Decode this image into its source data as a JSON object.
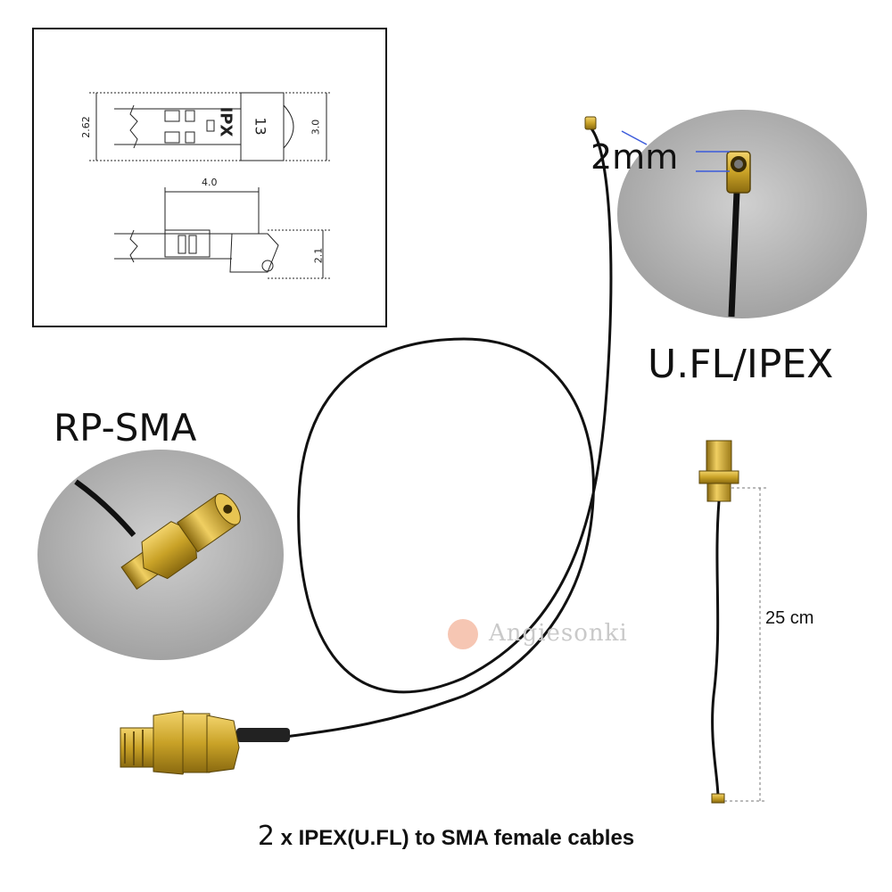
{
  "drawing": {
    "dim_height_left": "2.62",
    "dim_height_right": "3.0",
    "dim_width": "4.0",
    "dim_side_height": "2.1",
    "part_marking": "IPX",
    "part_number": "13"
  },
  "labels": {
    "ufl_diameter": "2mm",
    "ufl_title": "U.FL/IPEX",
    "sma_title": "RP-SMA",
    "cable_length": "25 cm"
  },
  "watermark": {
    "text": "Angiesonki"
  },
  "caption": {
    "count": "2",
    "text": "x IPEX(U.FL) to SMA female cables"
  },
  "colors": {
    "gold": "#c9a227",
    "cable": "#111111",
    "circle_bg": "#b8b8b8",
    "dimension_arrow": "#3b5bdb"
  }
}
